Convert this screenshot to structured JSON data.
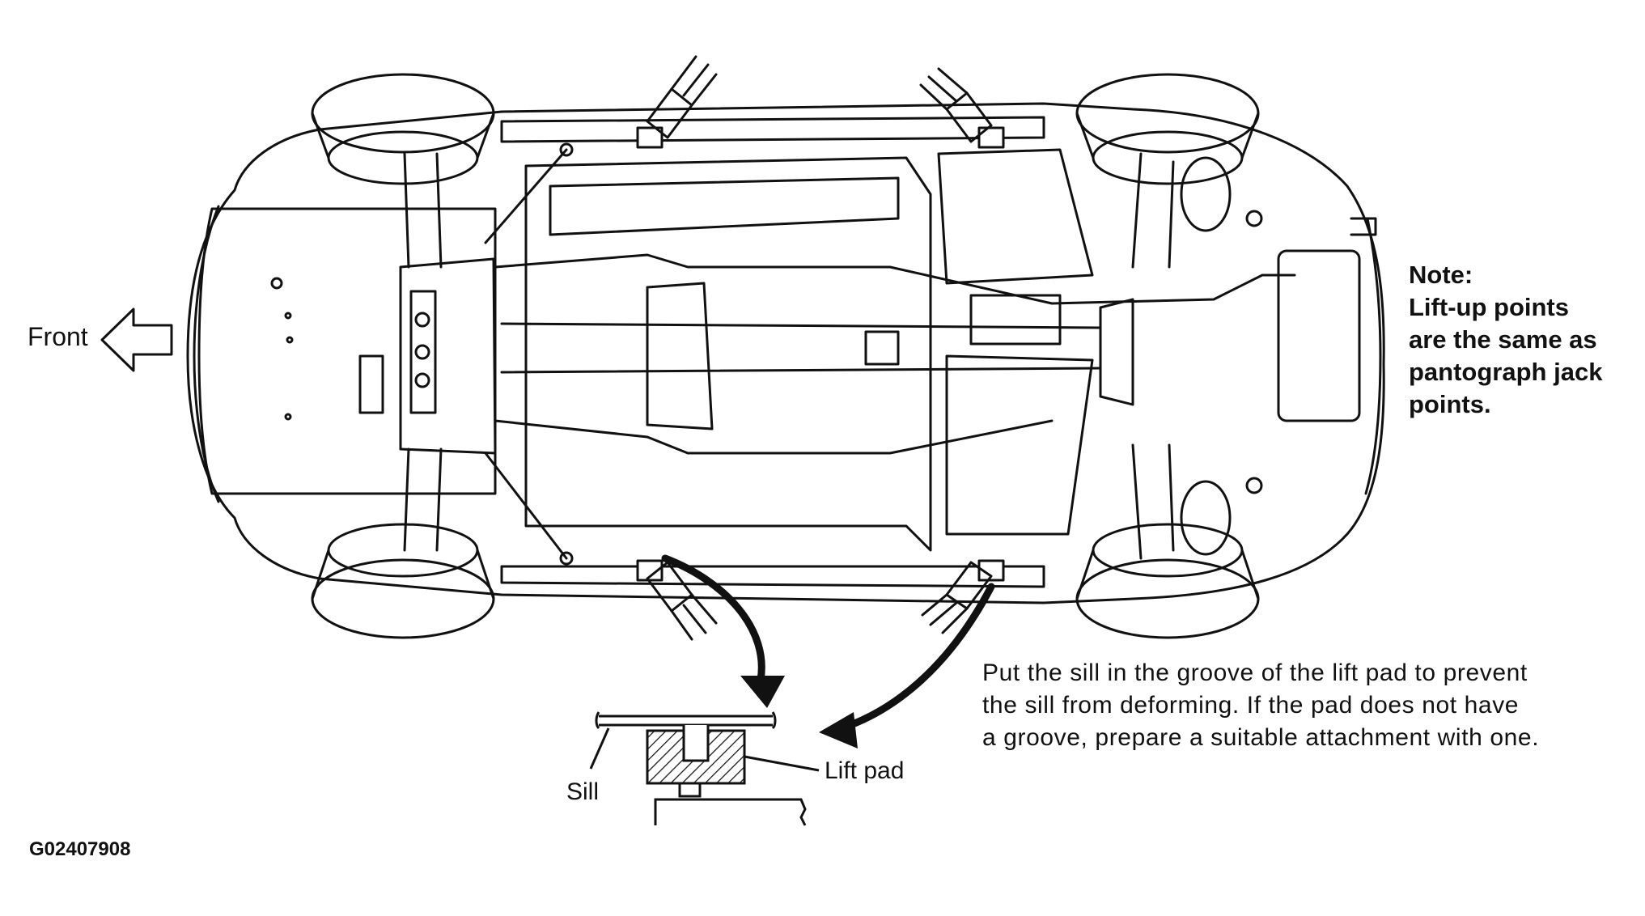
{
  "labels": {
    "front": "Front",
    "note_heading": "Note:",
    "note_lines": [
      "Lift-up points",
      "are the same as",
      "pantograph jack",
      "points."
    ],
    "instruction_lines": [
      "Put the sill in the groove of the lift pad to prevent",
      "the sill from deforming. If the pad does not have",
      "a groove, prepare a suitable attachment with one."
    ],
    "sill": "Sill",
    "lift_pad": "Lift pad",
    "figure_code": "G02407908"
  },
  "icons": {
    "front_arrow": "left-arrow-outline-icon",
    "callout_arrows": "curved-arrow-icon",
    "lift_points": "lift-pad-icon"
  },
  "colors": {
    "line": "#111111",
    "background": "#ffffff"
  }
}
